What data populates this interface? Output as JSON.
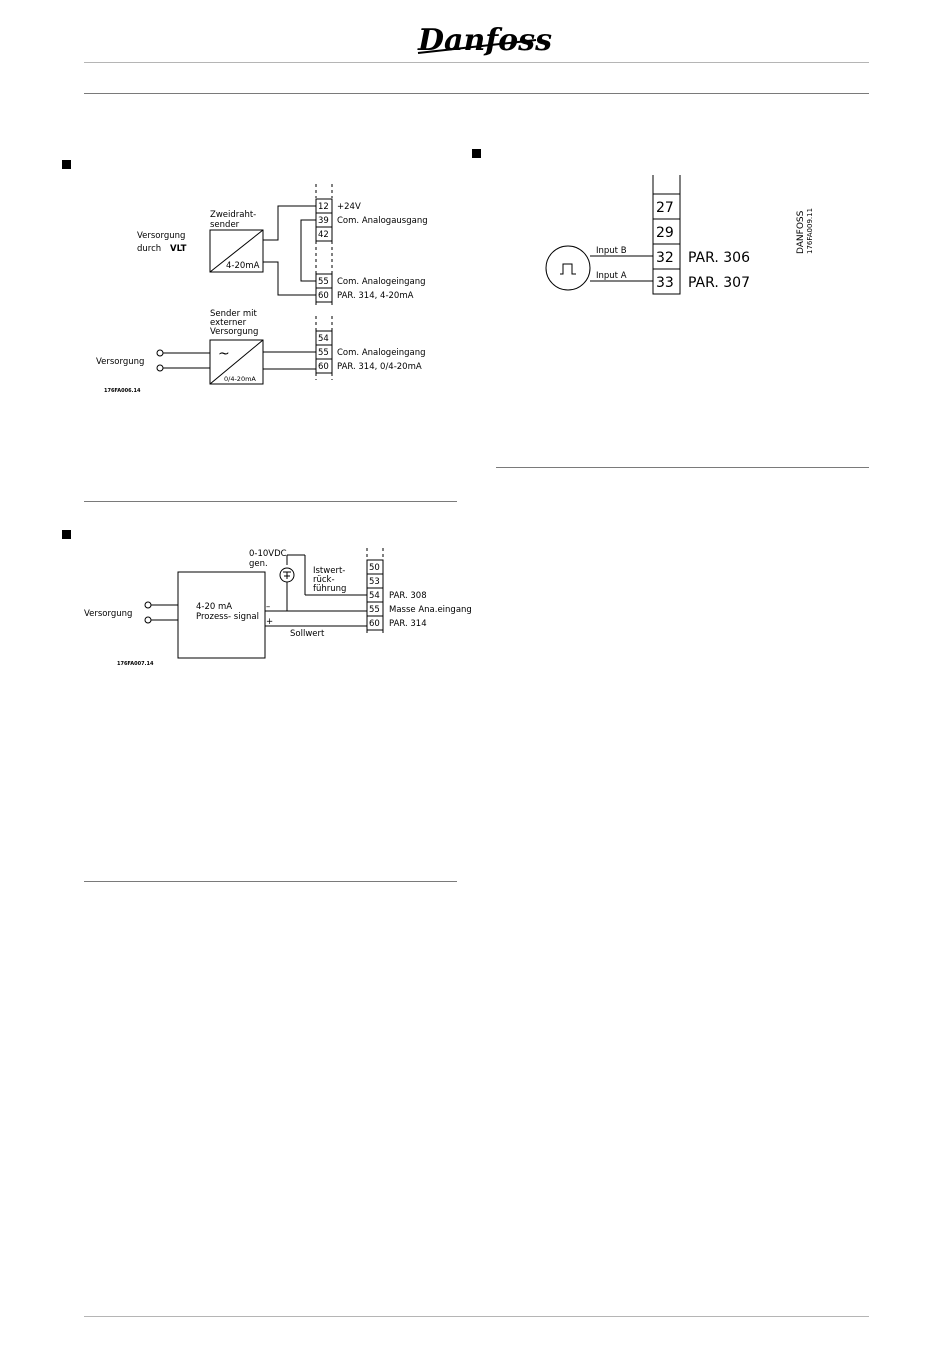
{
  "header": {
    "logo_text": "Danfoss"
  },
  "diagram1": {
    "zweidraht_label": "Zweidraht-\nsender",
    "zweidraht_line1": "Zweidraht-",
    "zweidraht_line2": "sender",
    "versorgung_vlt_line1": "Versorgung",
    "versorgung_vlt_line2": "durch",
    "versorgung_vlt_bold": "VLT",
    "box_label": "4-20mA",
    "terminals": [
      "12",
      "39",
      "42",
      "55",
      "60"
    ],
    "terminal_labels": [
      "+24V",
      "Com. Analogausgang",
      "",
      "Com. Analogeingang",
      "PAR. 314, 4-20mA"
    ],
    "sender_line1": "Sender mit",
    "sender_line2": "externer",
    "sender_line3": "Versorgung",
    "versorgung": "Versorgung",
    "box2_symbol": "~",
    "box2_label": "0/4-20mA",
    "terminals2": [
      "54",
      "55",
      "60"
    ],
    "terminal_labels2": [
      "",
      "Com. Analogeingang",
      "PAR. 314, 0/4-20mA"
    ],
    "code": "176FA006.14"
  },
  "diagram2": {
    "gen_line1": "0-10VDC",
    "gen_line2": "gen.",
    "istwert_line1": "Istwert-",
    "istwert_line2": "rück-",
    "istwert_line3": "führung",
    "versorgung": "Versorgung",
    "box_line1": "4-20 mA",
    "box_line2": "Prozess- signal",
    "minus": "–",
    "plus": "+",
    "sollwert": "Sollwert",
    "terminals": [
      "50",
      "53",
      "54",
      "55",
      "60"
    ],
    "terminal_labels": [
      "",
      "",
      "PAR. 308",
      "Masse Ana.eingang",
      "PAR. 314"
    ],
    "code": "176FA007.14"
  },
  "diagram3": {
    "input_b": "Input B",
    "input_a": "Input A",
    "terminals": [
      "27",
      "29",
      "32",
      "33"
    ],
    "terminal_labels": [
      "",
      "",
      "PAR. 306",
      "PAR. 307"
    ],
    "code_line1": "DANFOSS",
    "code_line2": "176FA009.11"
  }
}
